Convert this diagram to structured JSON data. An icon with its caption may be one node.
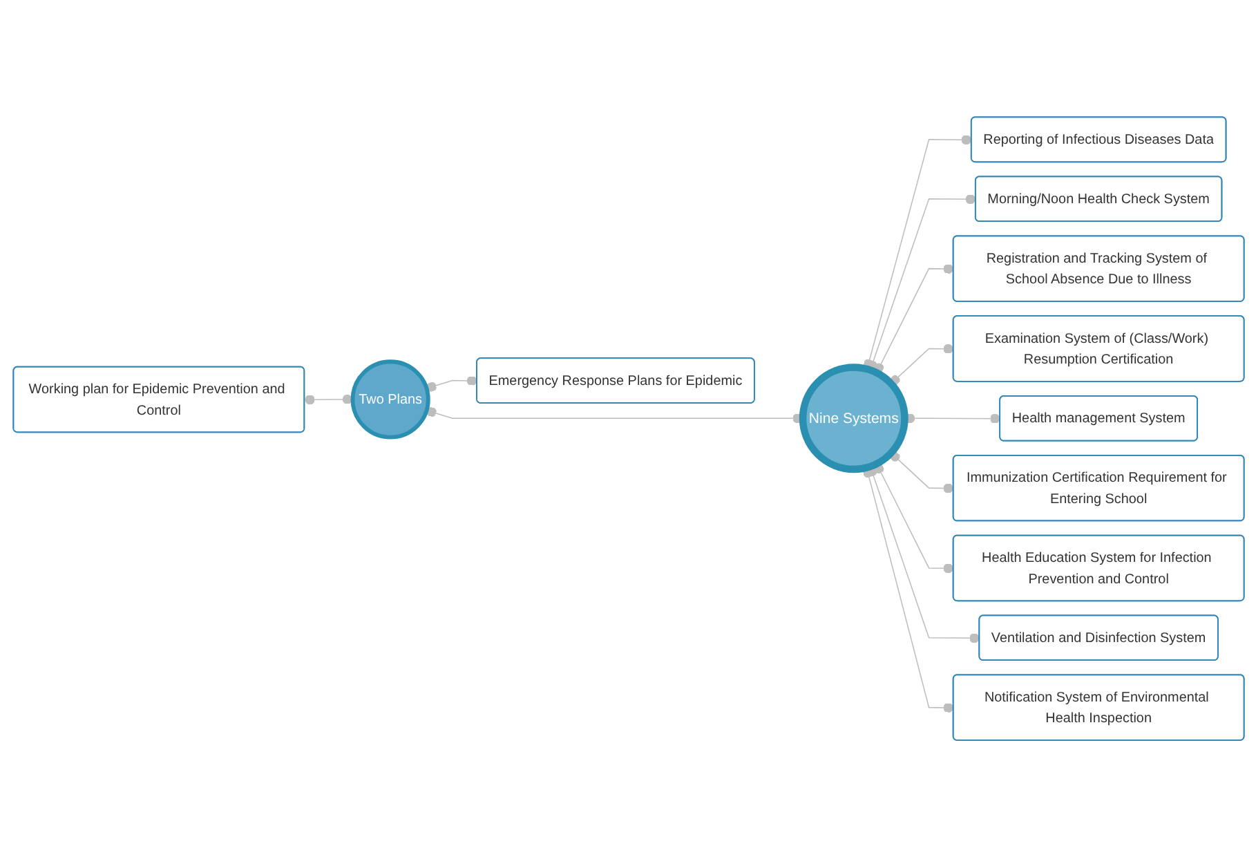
{
  "diagram": {
    "nodes": [
      {
        "text": [
          "Working plan for Epidemic Prevention and Control"
        ]
      },
      {
        "text": [
          "Two Plans"
        ]
      },
      {
        "text": [
          "Emergency Response Plans for Epidemic"
        ]
      },
      {
        "text": [
          "Nine Systems"
        ]
      },
      {
        "text": [
          "Reporting of Infectious Diseases Data"
        ]
      },
      {
        "text": [
          "Morning/Noon Health Check System"
        ]
      },
      {
        "text": [
          "Registration and Tracking System of School Absence Due to Illness"
        ]
      },
      {
        "text": [
          "Examination System of (Class/Work) Resumption Certification"
        ]
      },
      {
        "text": [
          "Health management System"
        ]
      },
      {
        "text": [
          "Immunization Certification Requirement for Entering School"
        ]
      },
      {
        "text": [
          "Health Education System for Infection Prevention and Control"
        ]
      },
      {
        "text": [
          "Ventilation and Disinfection System"
        ]
      },
      {
        "text": [
          "Notification System of Environmental Health Inspection"
        ]
      }
    ],
    "edges": [
      {
        "from": 0,
        "to": 1,
        "arrow": "other"
      },
      {
        "from": 1,
        "to": 2,
        "arrow": "other"
      },
      {
        "from": 1,
        "to": 3,
        "arrow": "other"
      },
      {
        "from": 3,
        "to": 4,
        "arrow": "other"
      },
      {
        "from": 3,
        "to": 5,
        "arrow": "other"
      },
      {
        "from": 3,
        "to": 6,
        "arrow": "other"
      },
      {
        "from": 3,
        "to": 7,
        "arrow": "other"
      },
      {
        "from": 3,
        "to": 8,
        "arrow": "other"
      },
      {
        "from": 3,
        "to": 9,
        "arrow": "other"
      },
      {
        "from": 3,
        "to": 10,
        "arrow": "other"
      },
      {
        "from": 3,
        "to": 11,
        "arrow": "other"
      },
      {
        "from": 3,
        "to": 12,
        "arrow": "other"
      }
    ]
  }
}
